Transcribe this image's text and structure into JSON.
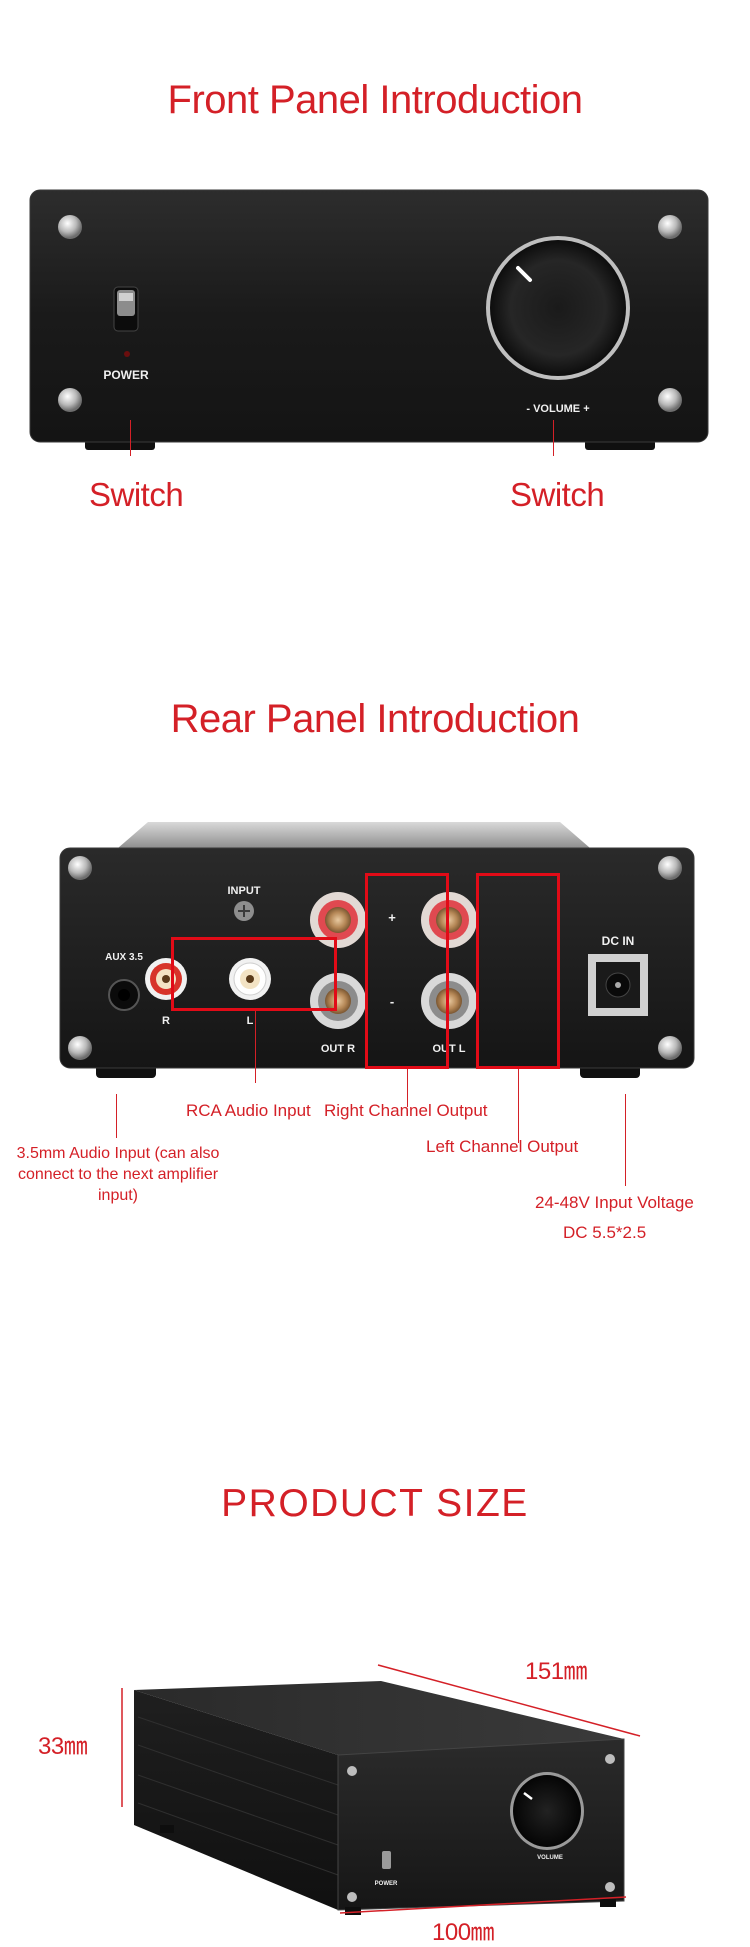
{
  "front": {
    "title": "Front Panel Introduction",
    "power_text": "POWER",
    "volume_text": "- VOLUME +",
    "switch_left": "Switch",
    "switch_right": "Switch"
  },
  "rear": {
    "title": "Rear Panel Introduction",
    "input_text": "INPUT",
    "aux_text": "AUX 3.5",
    "r_text": "R",
    "l_text": "L",
    "plus_text": "+",
    "minus_text": "-",
    "out_r_text": "OUT R",
    "out_l_text": "OUT L",
    "dc_in_text": "DC IN",
    "rca_label": "RCA Audio Input",
    "right_label": "Right Channel Output",
    "left_label": "Left Channel Output",
    "aux_label": "3.5mm Audio Input (can also connect to the next amplifier input)",
    "voltage_label": "24-48V Input Voltage",
    "dc_label": "DC 5.5*2.5"
  },
  "size": {
    "title": "PRODUCT SIZE",
    "length": "151㎜",
    "height": "33㎜",
    "width": "100㎜",
    "power_text": "POWER",
    "volume_text": "VOLUME"
  },
  "colors": {
    "accent": "#d42027",
    "device_body": "#1b1b1b",
    "highlight_box": "#e10b17"
  }
}
